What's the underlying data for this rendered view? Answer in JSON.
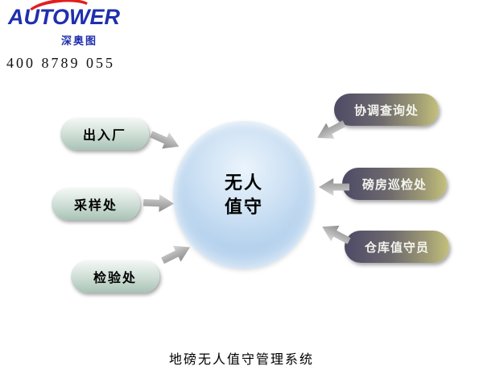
{
  "header": {
    "logo_text": "AUTOWER",
    "logo_subtext": "深奥图",
    "phone": "400 8789 055"
  },
  "center_node": {
    "line1": "无人",
    "line2": "值守"
  },
  "left_nodes": [
    {
      "label": "出入厂"
    },
    {
      "label": "采样处"
    },
    {
      "label": "检验处"
    }
  ],
  "right_nodes": [
    {
      "label": "协调查询处"
    },
    {
      "label": "磅房巡检处"
    },
    {
      "label": "仓库值守员"
    }
  ],
  "caption": "地磅无人值守管理系统",
  "icons": {
    "arrows": [
      "arrow-toward-center-icon"
    ]
  },
  "colors": {
    "brand_blue": "#1f2fae",
    "brand_red": "#e01f1f",
    "sphere_fill": "#b0cfec",
    "left_node_fill": "#c5d8cf",
    "right_node_dark": "#4e4a66",
    "right_node_light": "#c4c07c",
    "arrow_gray": "#9a9a9a",
    "text_dark": "#000000",
    "text_light": "#f4f4ee"
  }
}
